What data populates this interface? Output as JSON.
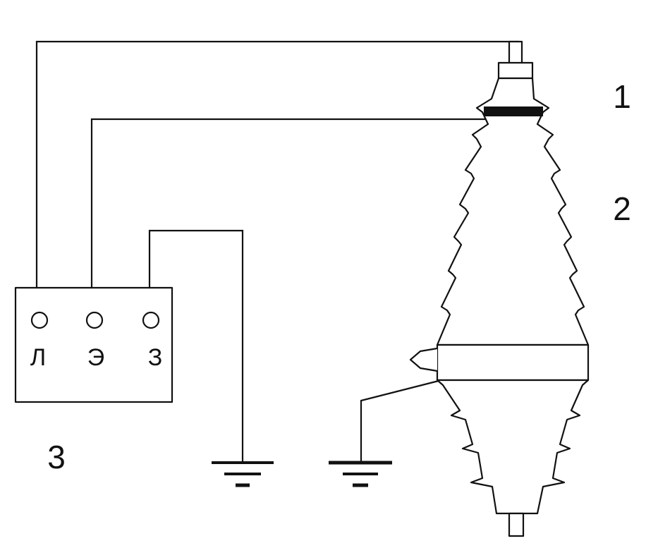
{
  "diagram": {
    "callouts": {
      "one": "1",
      "two": "2",
      "three": "3"
    },
    "terminals": {
      "line": "Л",
      "screen": "Э",
      "earth": "З"
    },
    "colors": {
      "ink": "#111111",
      "background": "#ffffff"
    }
  }
}
